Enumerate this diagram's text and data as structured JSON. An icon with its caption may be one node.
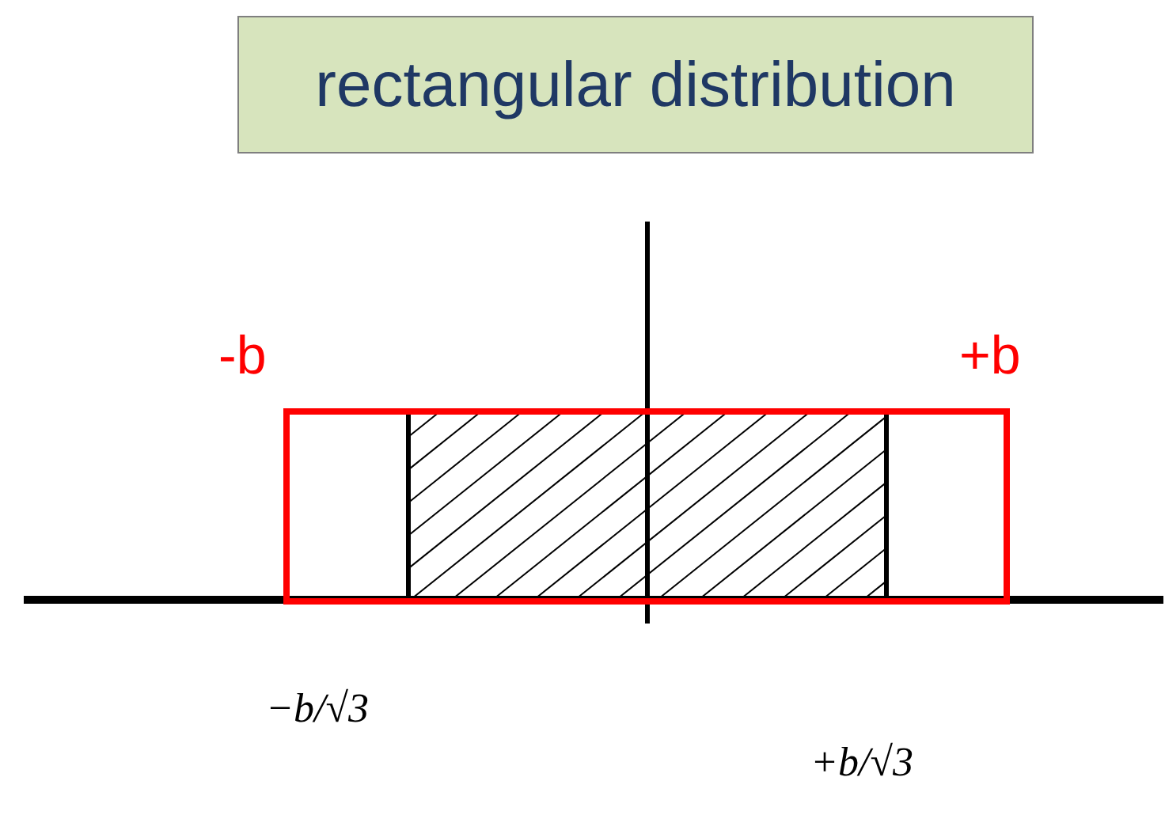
{
  "diagram": {
    "title": "rectangular distribution",
    "labels": [
      "-b",
      "+b",
      "−b/√3",
      "+b/√3"
    ]
  }
}
